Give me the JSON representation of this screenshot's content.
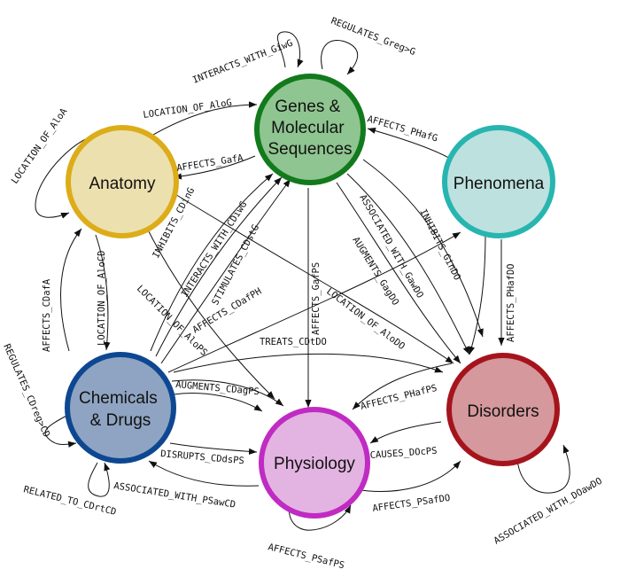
{
  "nodes": {
    "genes": {
      "label_lines": [
        "Genes &",
        "Molecular",
        "Sequences"
      ],
      "fill": "#8fc590",
      "stroke": "#127a1c"
    },
    "anatomy": {
      "label_lines": [
        "Anatomy"
      ],
      "fill": "#ece0ae",
      "stroke": "#dcad19"
    },
    "phenomena": {
      "label_lines": [
        "Phenomena"
      ],
      "fill": "#bde1df",
      "stroke": "#27b5b0"
    },
    "chemicals": {
      "label_lines": [
        "Chemicals",
        "& Drugs"
      ],
      "fill": "#8ea4c2",
      "stroke": "#0e4791"
    },
    "physiology": {
      "label_lines": [
        "Physiology"
      ],
      "fill": "#e3b4e1",
      "stroke": "#c02bc3"
    },
    "disorders": {
      "label_lines": [
        "Disorders"
      ],
      "fill": "#d5989c",
      "stroke": "#a5141d"
    }
  },
  "edges": [
    {
      "label": "INTERACTS_WITH_GiwG"
    },
    {
      "label": "REGULATES_Greg>G"
    },
    {
      "label": "LOCATION_OF_AloG"
    },
    {
      "label": "LOCATION_OF_AloA"
    },
    {
      "label": "AFFECTS_PHafG"
    },
    {
      "label": "AFFECTS_GafA"
    },
    {
      "label": "INHIBITS_CDinG"
    },
    {
      "label": "INTERACTS_WITH_CDiwG"
    },
    {
      "label": "STIMULATES_CDstG"
    },
    {
      "label": "AFFECTS_CDafPH"
    },
    {
      "label": "AFFECTS_GafPS"
    },
    {
      "label": "ASSOCIATED_WITH_GawDO"
    },
    {
      "label": "AUGMENTS_GagDO"
    },
    {
      "label": "INHIBITS_GinDO"
    },
    {
      "label": "AFFECTS_PHafDO"
    },
    {
      "label": "AFFECTS_CDafA"
    },
    {
      "label": "LOCATION_OF_AloCD"
    },
    {
      "label": "LOCATION_OF_AloPS"
    },
    {
      "label": "LOCATION_OF_AloDO"
    },
    {
      "label": "TREATS_CDtDO"
    },
    {
      "label": "AUGMENTS_CDagPS"
    },
    {
      "label": "AFFECTS_PHafPS"
    },
    {
      "label": "REGULATES_CDreg>CD"
    },
    {
      "label": "DISRUPTS_CDdsPS"
    },
    {
      "label": "CAUSES_DOcPS"
    },
    {
      "label": "RELATED_TO_CDrtCD"
    },
    {
      "label": "ASSOCIATED_WITH_PSawCD"
    },
    {
      "label": "AFFECTS_PSafDO"
    },
    {
      "label": "ASSOCIATED_WITH_DOawDO"
    },
    {
      "label": "AFFECTS_PSafPS"
    }
  ]
}
